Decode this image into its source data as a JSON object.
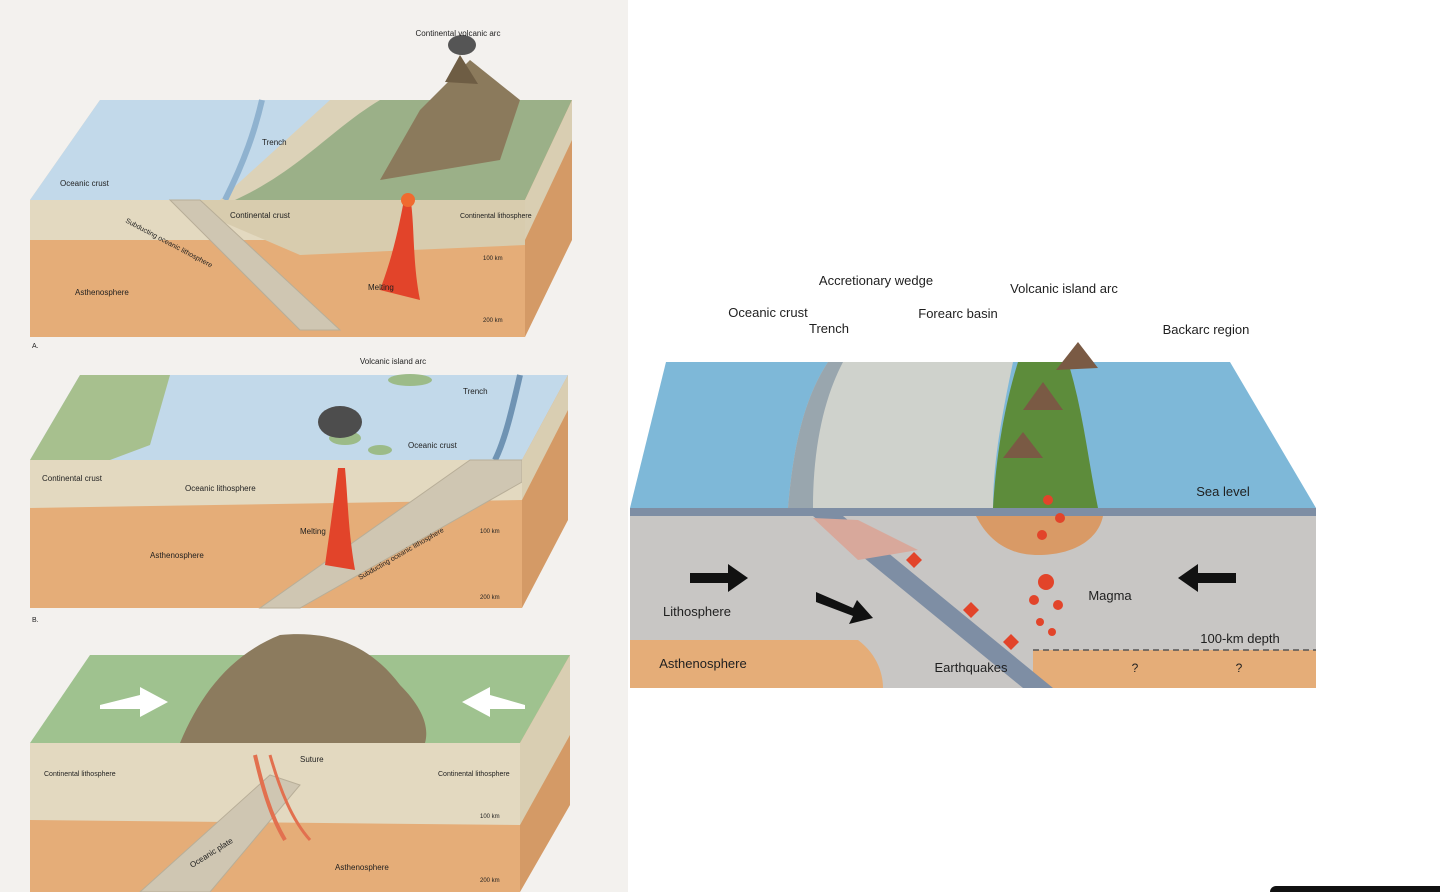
{
  "panel_a": {
    "letter": "A.",
    "continental_volcanic_arc": "Continental volcanic arc",
    "trench": "Trench",
    "oceanic_crust": "Oceanic crust",
    "continental_crust": "Continental crust",
    "continental_lithosphere": "Continental lithosphere",
    "subducting_oceanic_lithosphere": "Subducting oceanic lithosphere",
    "asthenosphere": "Asthenosphere",
    "melting": "Melting",
    "depth_100": "100 km",
    "depth_200": "200 km"
  },
  "panel_b": {
    "letter": "B.",
    "volcanic_island_arc": "Volcanic island arc",
    "trench": "Trench",
    "oceanic_crust": "Oceanic crust",
    "continental_crust": "Continental crust",
    "oceanic_lithosphere": "Oceanic lithosphere",
    "melting": "Melting",
    "asthenosphere": "Asthenosphere",
    "subducting_oceanic_lithosphere": "Subducting oceanic lithosphere",
    "depth_100": "100 km",
    "depth_200": "200 km"
  },
  "panel_c": {
    "suture": "Suture",
    "continental_lithosphere_left": "Continental lithosphere",
    "continental_lithosphere_right": "Continental lithosphere",
    "oceanic_plate": "Oceanic plate",
    "asthenosphere": "Asthenosphere",
    "depth_100": "100 km",
    "depth_200": "200 km"
  },
  "right_diagram": {
    "oceanic_crust": "Oceanic crust",
    "trench": "Trench",
    "accretionary_wedge": "Accretionary wedge",
    "forearc_basin": "Forearc basin",
    "volcanic_island_arc": "Volcanic island arc",
    "backarc_region": "Backarc region",
    "sea_level": "Sea level",
    "lithosphere": "Lithosphere",
    "magma": "Magma",
    "depth_100": "100-km depth",
    "asthenosphere": "Asthenosphere",
    "earthquakes": "Earthquakes",
    "unknown_1": "?",
    "unknown_2": "?"
  },
  "colors": {
    "ocean": "#b9d3e8",
    "crust": "#e2d6bc",
    "asthenosphere": "#e5ad78",
    "lithosphere_gray": "#c8c6c4",
    "magma": "#e2442a"
  }
}
